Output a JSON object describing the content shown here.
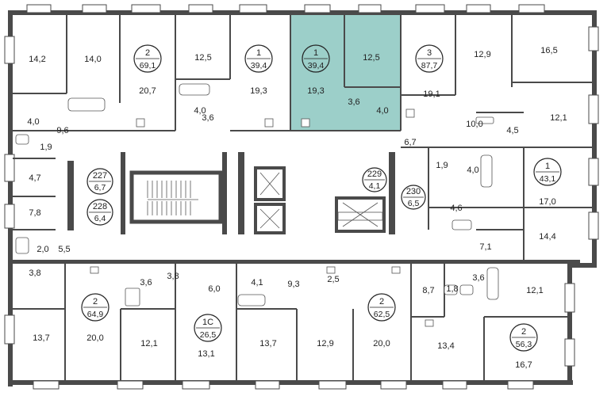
{
  "colors": {
    "highlight": "#9ccfc9",
    "wall": "#4a4a4a",
    "background": "#ffffff"
  },
  "rooms": [
    {
      "id": "r-14-2",
      "label": "14,2"
    },
    {
      "id": "r-14-0",
      "label": "14,0"
    },
    {
      "id": "r-20-7",
      "label": "20,7"
    },
    {
      "id": "r-12-5-a",
      "label": "12,5"
    },
    {
      "id": "r-19-3-a",
      "label": "19,3"
    },
    {
      "id": "r-3-6-a",
      "label": "3,6"
    },
    {
      "id": "r-4-0-a",
      "label": "4,0"
    },
    {
      "id": "r-19-3-b",
      "label": "19,3"
    },
    {
      "id": "r-12-5-b",
      "label": "12,5"
    },
    {
      "id": "r-3-6-b",
      "label": "3,6"
    },
    {
      "id": "r-4-0-b",
      "label": "4,0"
    },
    {
      "id": "r-19-1",
      "label": "19,1"
    },
    {
      "id": "r-12-9-a",
      "label": "12,9"
    },
    {
      "id": "r-16-5",
      "label": "16,5"
    },
    {
      "id": "r-10-0",
      "label": "10,0"
    },
    {
      "id": "r-4-5",
      "label": "4,5"
    },
    {
      "id": "r-12-1-a",
      "label": "12,1"
    },
    {
      "id": "r-4-0-c",
      "label": "4,0"
    },
    {
      "id": "r-9-6",
      "label": "9,6"
    },
    {
      "id": "r-1-9-a",
      "label": "1,9"
    },
    {
      "id": "r-4-7",
      "label": "4,7"
    },
    {
      "id": "r-7-8",
      "label": "7,8"
    },
    {
      "id": "r-6-7",
      "label": "6,7"
    },
    {
      "id": "r-1-9-b",
      "label": "1,9"
    },
    {
      "id": "r-4-0-d",
      "label": "4,0"
    },
    {
      "id": "r-17-0",
      "label": "17,0"
    },
    {
      "id": "r-4-6",
      "label": "4,6"
    },
    {
      "id": "r-14-4",
      "label": "14,4"
    },
    {
      "id": "r-7-1",
      "label": "7,1"
    },
    {
      "id": "r-2-0",
      "label": "2,0"
    },
    {
      "id": "r-5-5",
      "label": "5,5"
    },
    {
      "id": "r-3-8-a",
      "label": "3,8"
    },
    {
      "id": "r-3-6-c",
      "label": "3,6"
    },
    {
      "id": "r-3-8-b",
      "label": "3,8"
    },
    {
      "id": "r-6-0",
      "label": "6,0"
    },
    {
      "id": "r-4-1",
      "label": "4,1"
    },
    {
      "id": "r-9-3",
      "label": "9,3"
    },
    {
      "id": "r-2-5",
      "label": "2,5"
    },
    {
      "id": "r-8-7",
      "label": "8,7"
    },
    {
      "id": "r-1-8",
      "label": "1,8"
    },
    {
      "id": "r-3-6-d",
      "label": "3,6"
    },
    {
      "id": "r-12-1-b",
      "label": "12,1"
    },
    {
      "id": "r-13-7-a",
      "label": "13,7"
    },
    {
      "id": "r-20-0-a",
      "label": "20,0"
    },
    {
      "id": "r-12-1-c",
      "label": "12,1"
    },
    {
      "id": "r-13-1",
      "label": "13,1"
    },
    {
      "id": "r-13-7-b",
      "label": "13,7"
    },
    {
      "id": "r-12-9-b",
      "label": "12,9"
    },
    {
      "id": "r-20-0-b",
      "label": "20,0"
    },
    {
      "id": "r-13-4",
      "label": "13,4"
    },
    {
      "id": "r-16-7",
      "label": "16,7"
    }
  ],
  "apartments": [
    {
      "id": "apt-2-69-1",
      "rooms": "2",
      "area": "69,1",
      "selected": false
    },
    {
      "id": "apt-1-39-4-a",
      "rooms": "1",
      "area": "39,4",
      "selected": false
    },
    {
      "id": "apt-1-39-4-b",
      "rooms": "1",
      "area": "39,4",
      "selected": true
    },
    {
      "id": "apt-3-87-7",
      "rooms": "3",
      "area": "87,7",
      "selected": false
    },
    {
      "id": "apt-1-43-1",
      "rooms": "1",
      "area": "43,1",
      "selected": false
    },
    {
      "id": "apt-2-64-9",
      "rooms": "2",
      "area": "64,9",
      "selected": false
    },
    {
      "id": "apt-1c-26-5",
      "rooms": "1С",
      "area": "26,5",
      "selected": false
    },
    {
      "id": "apt-2-62-5",
      "rooms": "2",
      "area": "62,5",
      "selected": false
    },
    {
      "id": "apt-2-56-3",
      "rooms": "2",
      "area": "56,3",
      "selected": false
    }
  ],
  "storages": [
    {
      "id": "st-227",
      "number": "227",
      "area": "6,7"
    },
    {
      "id": "st-228",
      "number": "228",
      "area": "6,4"
    },
    {
      "id": "st-229",
      "number": "229",
      "area": "4,1"
    },
    {
      "id": "st-230",
      "number": "230",
      "area": "6,5"
    }
  ]
}
